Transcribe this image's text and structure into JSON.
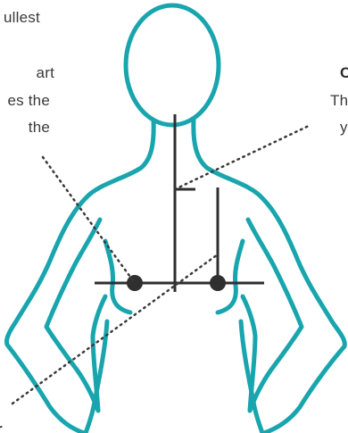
{
  "labels": {
    "top_left_line1": "ullest",
    "left_line1": "art",
    "left_line2": "es the",
    "left_line3": "the",
    "right_heading": "C",
    "right_line1": "Th",
    "right_line2": "y",
    "bottom_left": "r"
  },
  "colors": {
    "body_outline": "#19a5ad",
    "measure_line": "#2f2f2f",
    "guide_dots": "#3a3a3a",
    "text": "#3a3a3a"
  }
}
